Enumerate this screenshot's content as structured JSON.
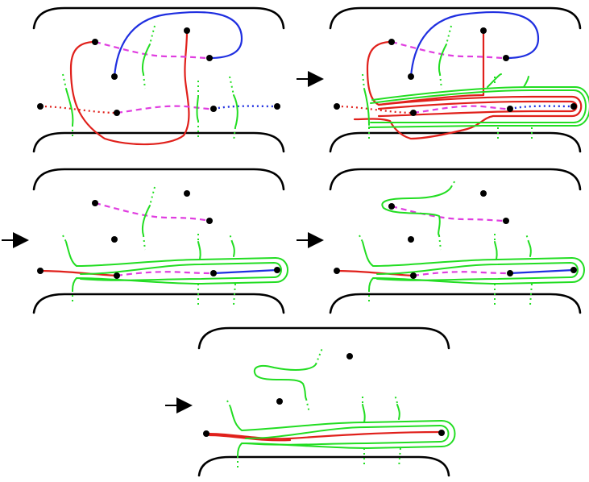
{
  "figure": {
    "panels": [
      "panel-1",
      "panel-2",
      "panel-3",
      "panel-4",
      "panel-5"
    ],
    "arrows": 4,
    "colors": {
      "red_arc": "#e0201b",
      "blue_arc": "#1f2fe0",
      "magenta_dashed_arc": "#e03ee0",
      "green_curve": "#22dd22",
      "boundary": "#000000",
      "marked_point": "#000000"
    }
  }
}
